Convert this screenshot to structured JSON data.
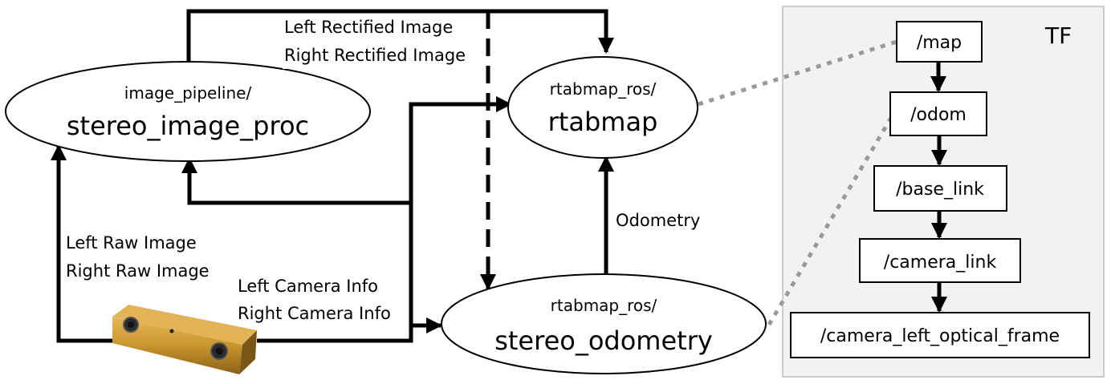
{
  "nodes": {
    "stereo_image_proc": {
      "package": "image_pipeline/",
      "name": "stereo_image_proc"
    },
    "rtabmap": {
      "package": "rtabmap_ros/",
      "name": "rtabmap"
    },
    "stereo_odometry": {
      "package": "rtabmap_ros/",
      "name": "stereo_odometry"
    }
  },
  "edges": {
    "rectified": {
      "line1": "Left Rectified Image",
      "line2": "Right Rectified Image"
    },
    "raw": {
      "line1": "Left Raw Image",
      "line2": "Right Raw Image"
    },
    "camera_info": {
      "line1": "Left Camera Info",
      "line2": "Right Camera Info"
    },
    "odometry": "Odometry"
  },
  "tf": {
    "title": "TF",
    "frames": [
      "/map",
      "/odom",
      "/base_link",
      "/camera_link",
      "/camera_left_optical_frame"
    ]
  },
  "colors": {
    "line": "#000000",
    "tf_panel": "#f2f2f2",
    "tf_border": "#bdbdbd",
    "dotted": "#999999",
    "camera_body": "#c9952e"
  }
}
